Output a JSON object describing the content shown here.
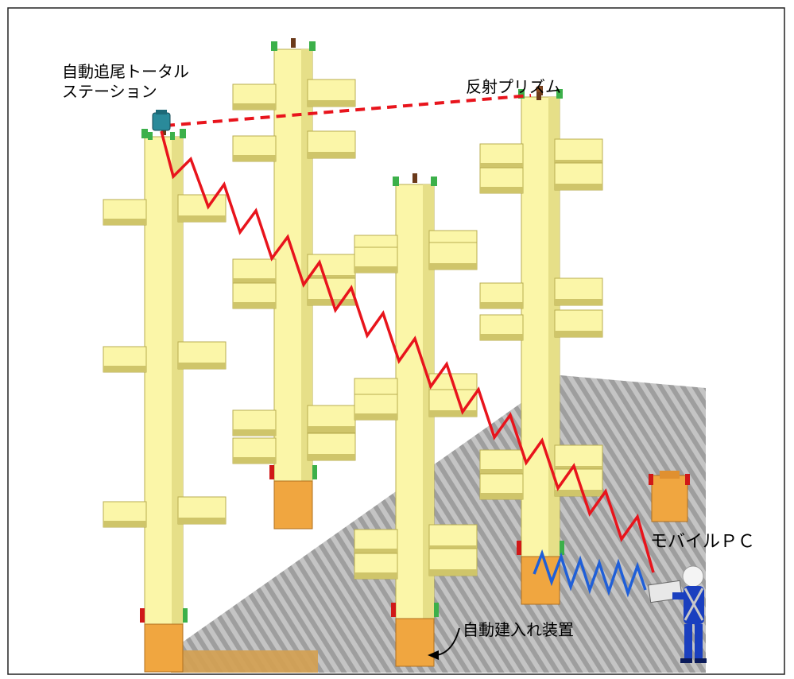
{
  "labels": {
    "station_line1": "自動追尾トータル",
    "station_line2": "ステーション",
    "prism": "反射プリズム",
    "mobile_pc": "モバイルＰＣ",
    "auto_erection_device": "自動建入れ装置"
  },
  "colors": {
    "column": "#fbf6a8",
    "column_shade": "#e6df88",
    "column_dark": "#cfc56a",
    "column_base": "#f0a640",
    "floor": "#b3b3b3",
    "wireless_red": "#e8141c",
    "wireless_blue": "#1f5fd8",
    "laser_dashed": "#e8141c",
    "station": "#2a8a9a",
    "clamp_green": "#3cb04a",
    "clamp_red": "#d01818",
    "worker": "#1a3fbf"
  },
  "icons": {
    "station": "total-station-icon",
    "prism": "prism-icon",
    "worker": "worker-icon"
  }
}
